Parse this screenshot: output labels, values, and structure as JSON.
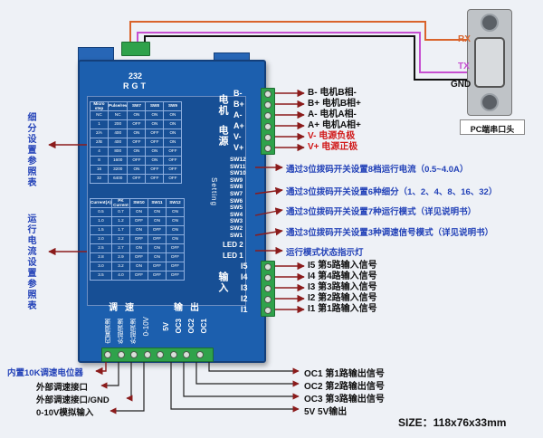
{
  "driver": {
    "port_232": "232",
    "port_rgt": "RGT",
    "motor_zone": "电机",
    "power_zone": "电源",
    "setting_label": "Setting",
    "input_zone": "输入",
    "speed_zone": "调速",
    "output_zone": "输出",
    "led1": "LED 1",
    "led2": "LED 2",
    "switches": [
      "SW12",
      "SW11",
      "SW10",
      "SW9",
      "SW8",
      "SW7",
      "SW6",
      "SW5",
      "SW4",
      "SW3",
      "SW2",
      "SW1"
    ],
    "motor_terms": [
      "B-",
      "B+",
      "A-",
      "A+",
      "V-",
      "V+"
    ],
    "input_terms": [
      "I5",
      "I4",
      "I3",
      "I2",
      "I1"
    ],
    "bottom_terms": [
      "内置调速",
      "外部调速",
      "外部调速",
      "0-10V",
      "5V",
      "OC3",
      "OC2",
      "OC1"
    ]
  },
  "micro_table": {
    "headers": [
      "Micro step",
      "Pulse/rev",
      "SW7",
      "SW8",
      "SW9"
    ],
    "rows": [
      [
        "NC",
        "NC",
        "ON",
        "ON",
        "ON"
      ],
      [
        "1",
        "200",
        "OFF",
        "ON",
        "ON"
      ],
      [
        "2/A",
        "400",
        "ON",
        "OFF",
        "ON"
      ],
      [
        "2/B",
        "400",
        "OFF",
        "OFF",
        "ON"
      ],
      [
        "4",
        "800",
        "ON",
        "ON",
        "OFF"
      ],
      [
        "8",
        "1600",
        "OFF",
        "ON",
        "OFF"
      ],
      [
        "16",
        "3200",
        "ON",
        "OFF",
        "OFF"
      ],
      [
        "32",
        "6400",
        "OFF",
        "OFF",
        "OFF"
      ]
    ]
  },
  "current_table": {
    "headers": [
      "Current(A)",
      "PK Current",
      "SW10",
      "SW11",
      "SW12"
    ],
    "rows": [
      [
        "0.5",
        "0.7",
        "ON",
        "ON",
        "ON"
      ],
      [
        "1.0",
        "1.2",
        "OFF",
        "ON",
        "ON"
      ],
      [
        "1.5",
        "1.7",
        "ON",
        "OFF",
        "ON"
      ],
      [
        "2.0",
        "2.2",
        "OFF",
        "OFF",
        "ON"
      ],
      [
        "2.5",
        "2.7",
        "ON",
        "ON",
        "OFF"
      ],
      [
        "2.8",
        "2.9",
        "OFF",
        "ON",
        "OFF"
      ],
      [
        "3.0",
        "3.2",
        "ON",
        "OFF",
        "OFF"
      ],
      [
        "3.5",
        "4.0",
        "OFF",
        "OFF",
        "OFF"
      ]
    ]
  },
  "labels": {
    "motor": [
      "B-  电机B相-",
      "B+ 电机B相+",
      "A-  电机A相-",
      "A+ 电机A相+",
      "V-  电源负极",
      "V+ 电源正极"
    ],
    "settings": [
      "通过3位拨码开关设置8档运行电流（0.5~4.0A）",
      "通过3位拨码开关设置6种细分（1、2、4、8、16、32）",
      "通过3位拨码开关设置7种运行模式（详见说明书）",
      "通过3位拨码开关设置3种调速信号模式（详见说明书）",
      "运行模式状态指示灯"
    ],
    "inputs": [
      "I5 第5路输入信号",
      "I4 第4路输入信号",
      "I3 第3路输入信号",
      "I2 第2路输入信号",
      "I1  第1路输入信号"
    ],
    "outputs": [
      "OC1 第1路输出信号",
      "OC2 第2路输出信号",
      "OC3 第3路输出信号",
      "5V    5V输出"
    ],
    "speed": [
      "内置10K调速电位器",
      "外部调速接口",
      "外部调速接口/GND",
      "0-10V模拟输入"
    ],
    "side_top": "细分设置参照表",
    "side_bottom": "运行电流设置参照表",
    "rx": "RX",
    "tx": "TX",
    "gnd": "GND",
    "pc_port": "PC端串口头",
    "size": "SIZE：118x76x33mm"
  },
  "colors": {
    "body": "#1c5fae",
    "terminal": "#2fa24b",
    "rx_wire": "#d9632b",
    "tx_wire": "#c64fd1",
    "gnd_wire": "#111111",
    "label_blue": "#2342b8",
    "power_red": "#d11a1a",
    "arrow": "#8b1b1b"
  }
}
